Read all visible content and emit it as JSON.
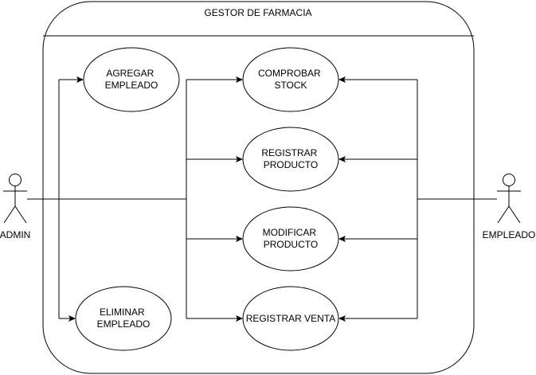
{
  "diagram": {
    "type": "use-case",
    "system": {
      "title": "GESTOR DE FARMACIA"
    },
    "actors": [
      {
        "id": "admin",
        "label": "ADMIN"
      },
      {
        "id": "empleado",
        "label": "EMPLEADO"
      }
    ],
    "use_cases": [
      {
        "id": "agregar",
        "lines": [
          "AGREGAR",
          "EMPLEADO"
        ]
      },
      {
        "id": "eliminar",
        "lines": [
          "ELIMINAR",
          "EMPLEADO"
        ]
      },
      {
        "id": "comprobar",
        "lines": [
          "COMPROBAR",
          "STOCK"
        ]
      },
      {
        "id": "registrar-producto",
        "lines": [
          "REGISTRAR",
          "PRODUCTO"
        ]
      },
      {
        "id": "modificar",
        "lines": [
          "MODIFICAR",
          "PRODUCTO"
        ]
      },
      {
        "id": "registrar-venta",
        "lines": [
          "REGISTRAR VENTA"
        ]
      }
    ],
    "connections": [
      {
        "from": "admin",
        "to": "agregar"
      },
      {
        "from": "admin",
        "to": "eliminar"
      },
      {
        "from": "admin",
        "to": "comprobar"
      },
      {
        "from": "admin",
        "to": "registrar-producto"
      },
      {
        "from": "admin",
        "to": "modificar"
      },
      {
        "from": "admin",
        "to": "registrar-venta"
      },
      {
        "from": "empleado",
        "to": "comprobar"
      },
      {
        "from": "empleado",
        "to": "registrar-producto"
      },
      {
        "from": "empleado",
        "to": "modificar"
      },
      {
        "from": "empleado",
        "to": "registrar-venta"
      }
    ]
  }
}
